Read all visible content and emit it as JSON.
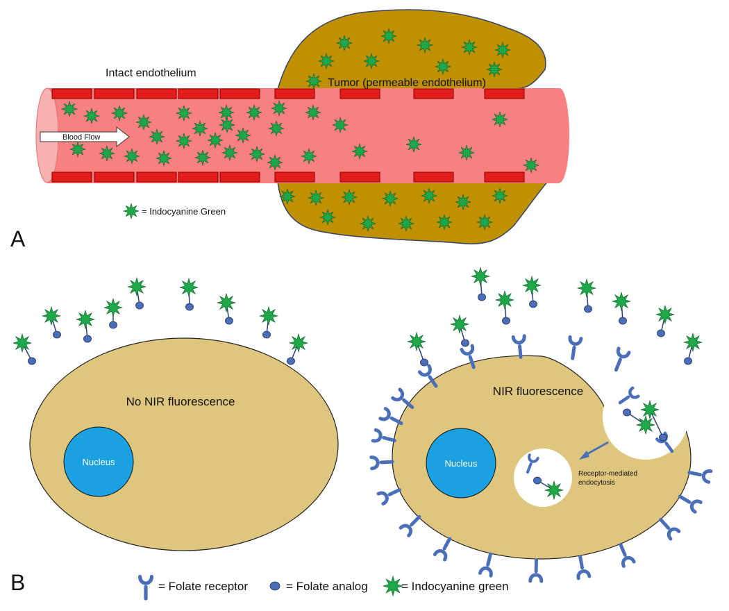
{
  "panel_a": {
    "letter": "A",
    "intact_label": "Intact endothelium",
    "tumor_label": "Tumor (permeable endothelium)",
    "flow_label": "Blood Flow",
    "legend_label": "= Indocyanine Green"
  },
  "panel_b": {
    "letter": "B",
    "cell_left_label": "No NIR fluorescence",
    "cell_right_label": "NIR fluorescence",
    "nucleus_label": "Nucleus",
    "endocytosis_line1": "Receptor-mediated",
    "endocytosis_line2": "endocytosis",
    "legend_receptor": "= Folate receptor",
    "legend_analog": "= Folate analog",
    "legend_icg": "= Indocyanine green"
  },
  "colors": {
    "vessel": "#f88080",
    "endothelium": "#e51c1c",
    "tumor": "#bf9000",
    "dye": "#1fa84a",
    "cell": "#dfc67f",
    "nucleus": "#1ba1e2",
    "receptor": "#4a6fb8"
  },
  "icons": [
    "star-dye-icon",
    "folate-receptor-icon",
    "folate-analog-icon",
    "arrow-icon"
  ]
}
